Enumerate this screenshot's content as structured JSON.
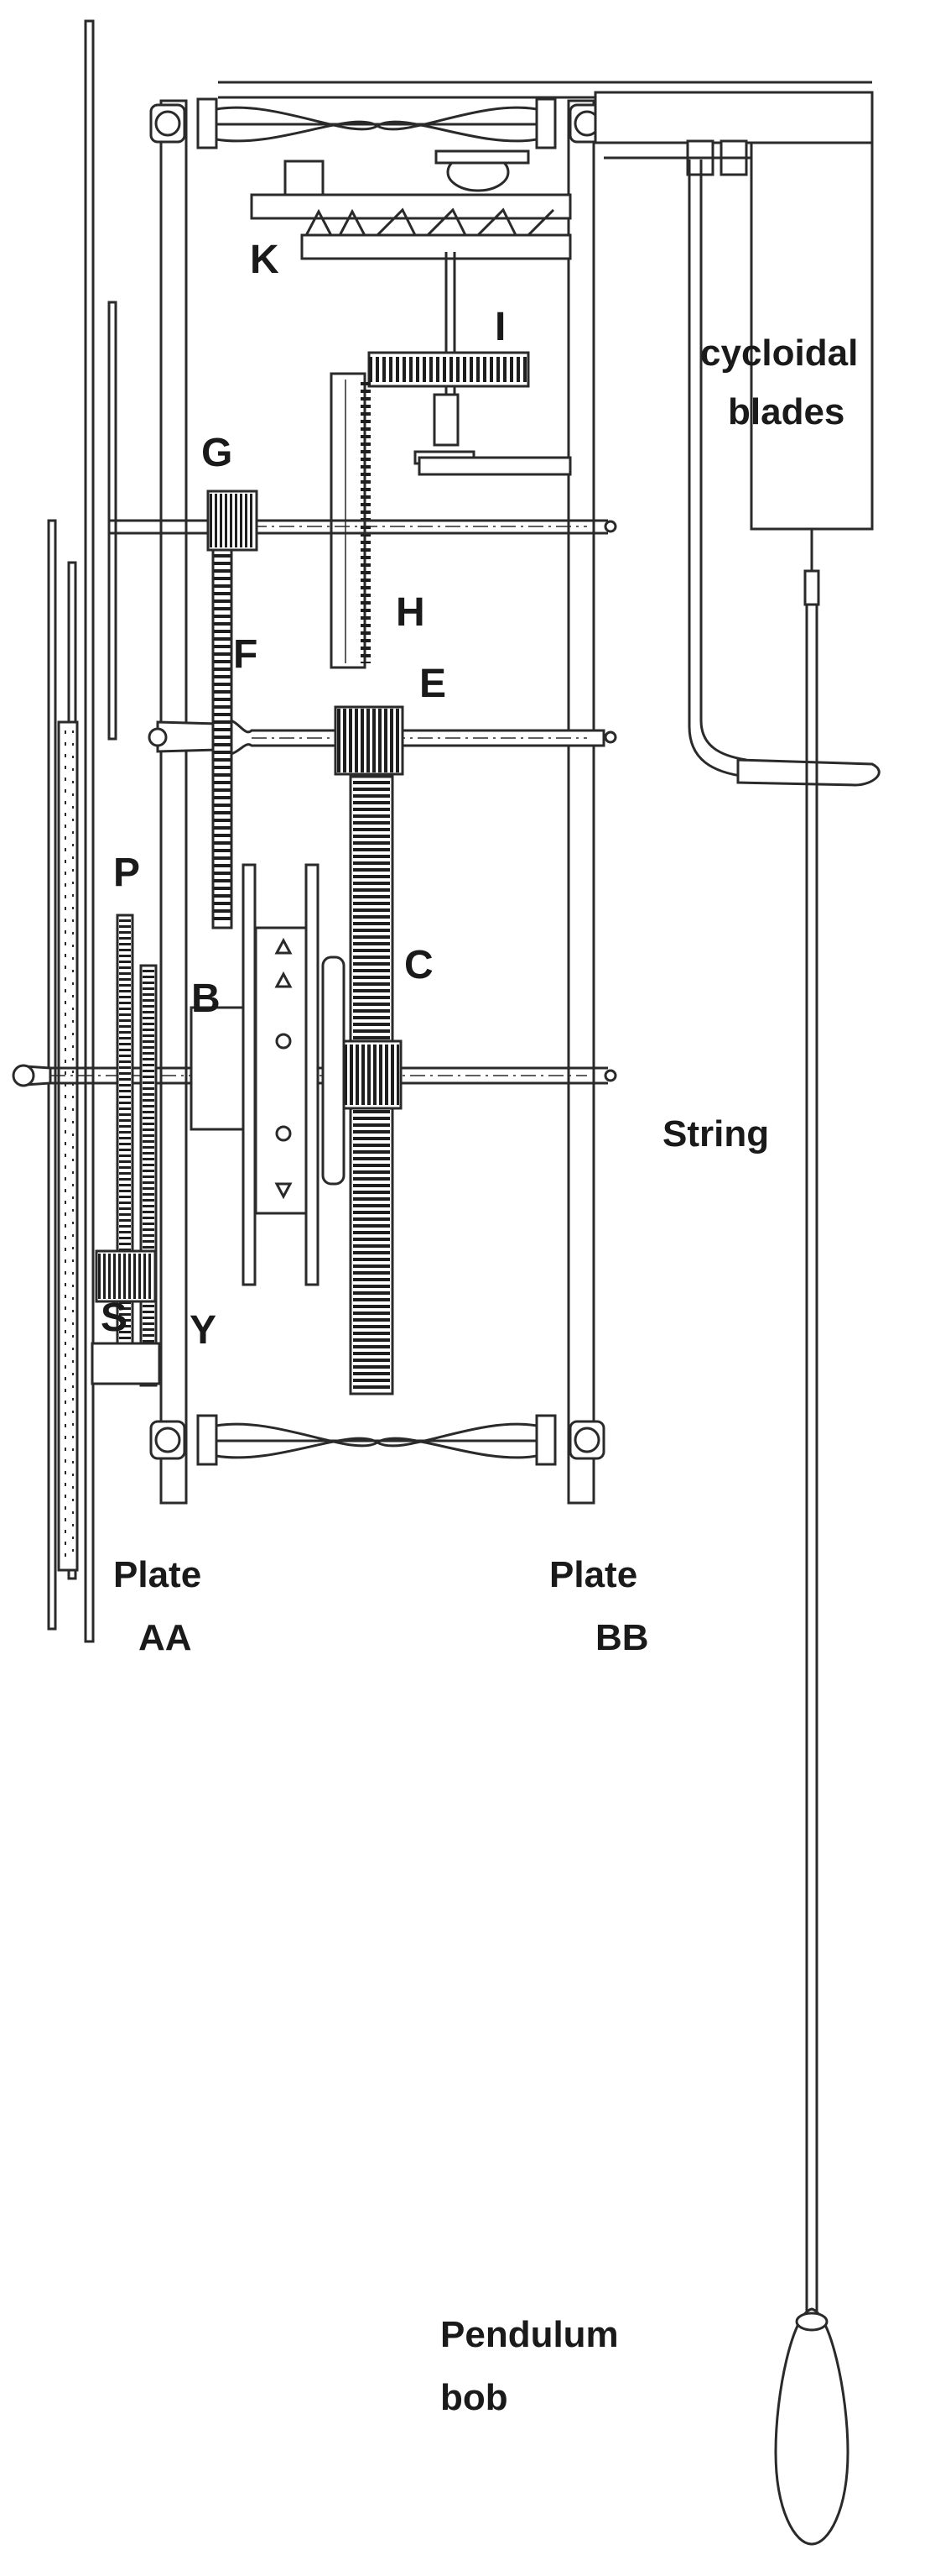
{
  "diagram": {
    "labels": {
      "K": "K",
      "I": "I",
      "G": "G",
      "H": "H",
      "F": "F",
      "E": "E",
      "P": "P",
      "C": "C",
      "B": "B",
      "S": "S",
      "Y": "Y",
      "cycloidal_1": "cycloidal",
      "cycloidal_2": "blades",
      "string": "String",
      "plate_aa_1": "Plate",
      "plate_aa_2": "AA",
      "plate_bb_1": "Plate",
      "plate_bb_2": "BB",
      "bob_1": "Pendulum",
      "bob_2": "bob"
    },
    "colors": {
      "line": "#2a2a2a",
      "fill": "#ffffff",
      "gear": "#1e1e1e"
    }
  }
}
